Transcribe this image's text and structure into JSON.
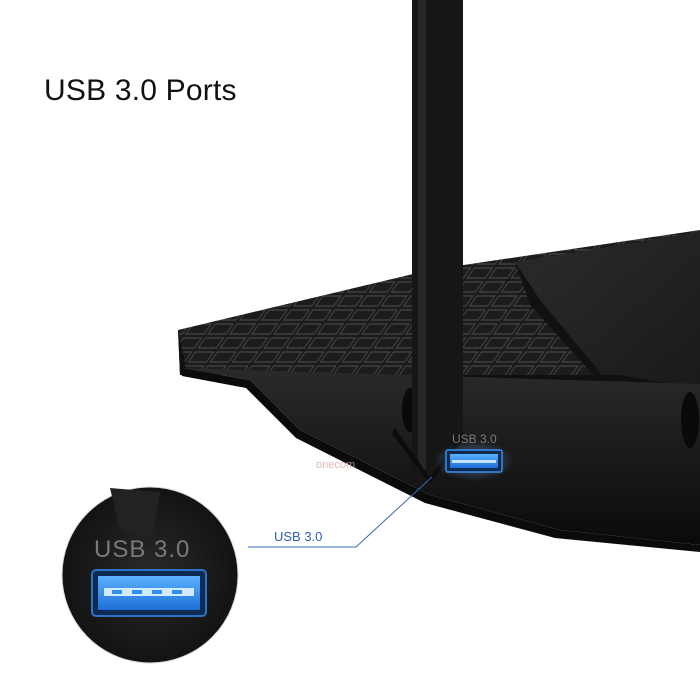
{
  "heading": "USB 3.0 Ports",
  "callout": {
    "label": "USB 3.0"
  },
  "router": {
    "port_label": "USB 3.0"
  },
  "zoom": {
    "port_label": "USB 3.0"
  },
  "watermark": "onecom",
  "colors": {
    "background": "#ffffff",
    "router_body": "#141414",
    "callout_line": "#3a67b8",
    "usb_blue": "#2d8ff0"
  },
  "icons": [
    "usb-port-icon",
    "router-antenna"
  ]
}
